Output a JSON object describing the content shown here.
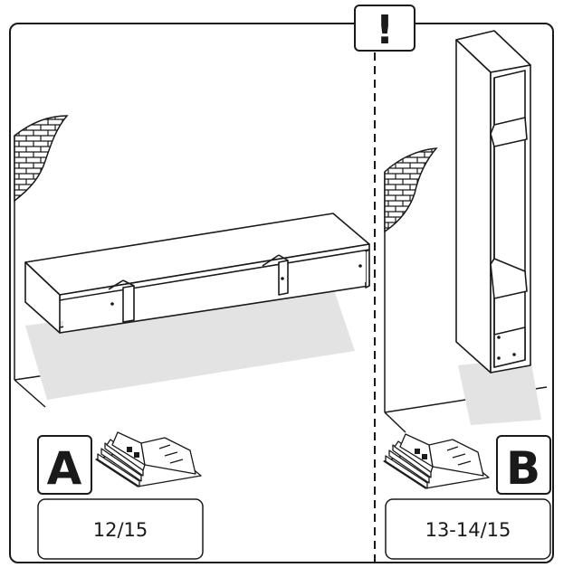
{
  "notice": {
    "symbol": "!"
  },
  "panel_a": {
    "letter": "A",
    "pages": "12/15"
  },
  "panel_b": {
    "letter": "B",
    "pages": "13-14/15"
  },
  "colors": {
    "line": "#1a1a1a",
    "shadow": "#e3e3e3",
    "background": "#ffffff"
  },
  "icons": {
    "booklet": "open-manual-booklet-icon",
    "wall": "brick-wall-icon"
  }
}
